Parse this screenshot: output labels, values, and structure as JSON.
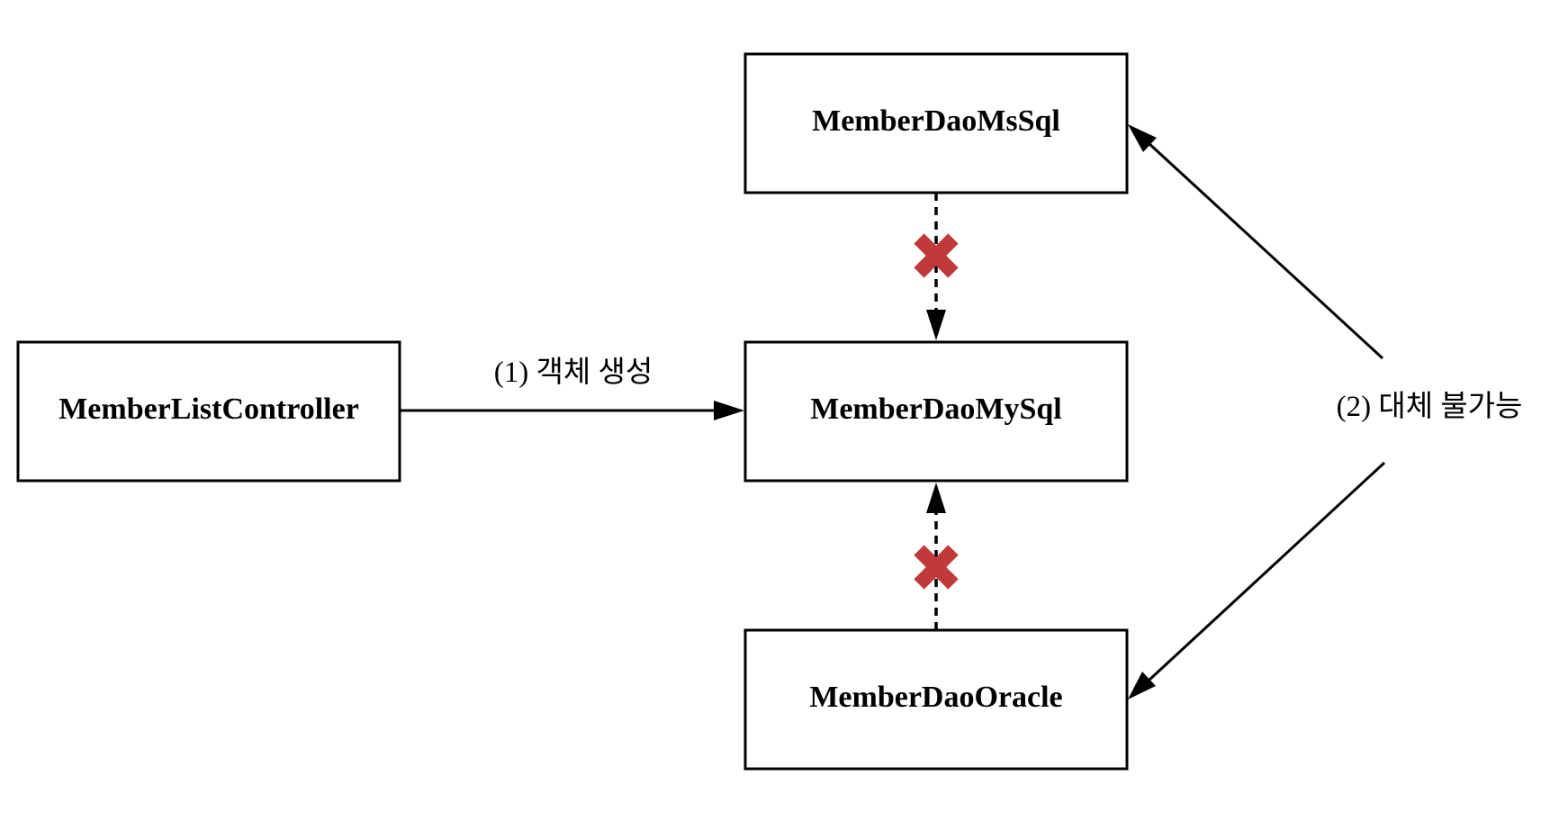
{
  "nodes": {
    "controller": "MemberListController",
    "mssql": "MemberDaoMsSql",
    "mysql": "MemberDaoMySql",
    "oracle": "MemberDaoOracle"
  },
  "edges": {
    "create_label": "(1) 객체 생성",
    "replace_label": "(2) 대체 불가능"
  },
  "colors": {
    "line": "#000000",
    "blocked_mark": "#c0393b"
  },
  "icons": {
    "blocked": "x-mark-icon"
  }
}
